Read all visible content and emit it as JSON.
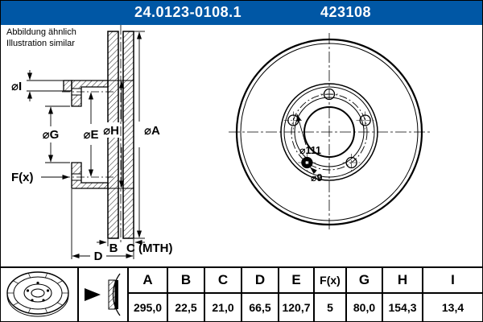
{
  "colors": {
    "header_bg": "#0057a5"
  },
  "header": {
    "part_number": "24.0123-0108.1",
    "catalog_number": "423108"
  },
  "note": {
    "line1": "Abbildung ähnlich",
    "line2": "Illustration similar"
  },
  "drawing": {
    "section": {
      "dia_i": "⌀I",
      "dia_g": "⌀G",
      "dia_e": "⌀E",
      "dia_h": "⌀H",
      "dia_a": "⌀A",
      "f_x": "F(x)",
      "b": "B",
      "c_mth": "C (MTH)",
      "d": "D"
    },
    "front": {
      "dia_111": "⌀111",
      "dia_9": "⌀9"
    }
  },
  "table": {
    "headers": [
      "A",
      "B",
      "C",
      "D",
      "E",
      "F(x)",
      "G",
      "H",
      "I"
    ],
    "values": [
      "295,0",
      "22,5",
      "21,0",
      "66,5",
      "120,7",
      "5",
      "80,0",
      "154,3",
      "13,4"
    ]
  }
}
